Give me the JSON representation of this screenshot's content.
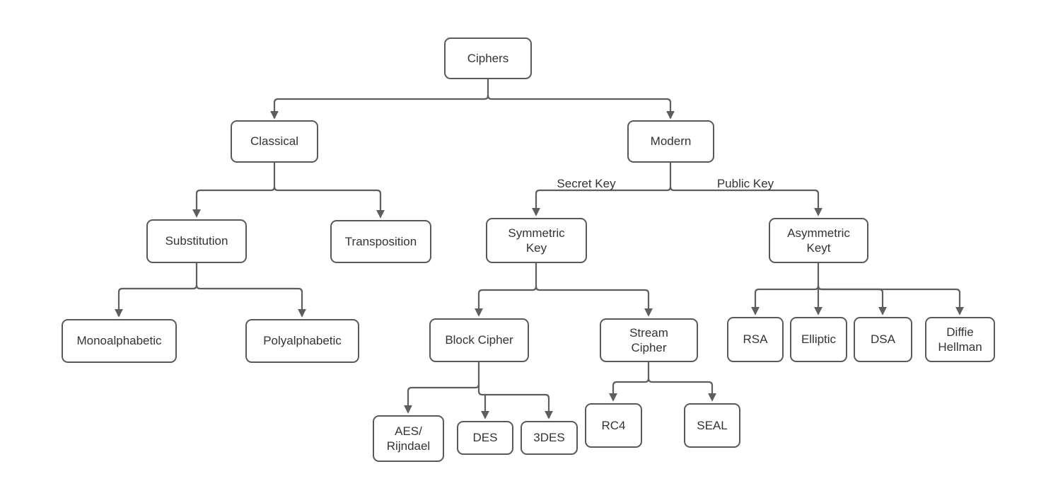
{
  "diagram": {
    "nodes": [
      {
        "id": "ciphers",
        "label": "Ciphers"
      },
      {
        "id": "classical",
        "label": "Classical"
      },
      {
        "id": "modern",
        "label": "Modern"
      },
      {
        "id": "substitution",
        "label": "Substitution"
      },
      {
        "id": "transposition",
        "label": "Transposition"
      },
      {
        "id": "symmetric-key",
        "label": "Symmetric\nKey"
      },
      {
        "id": "asymmetric-keyt",
        "label": "Asymmetric\nKeyt"
      },
      {
        "id": "monoalphabetic",
        "label": "Monoalphabetic"
      },
      {
        "id": "polyalphabetic",
        "label": "Polyalphabetic"
      },
      {
        "id": "block-cipher",
        "label": "Block Cipher"
      },
      {
        "id": "stream-cipher",
        "label": "Stream\nCipher"
      },
      {
        "id": "rsa",
        "label": "RSA"
      },
      {
        "id": "elliptic",
        "label": "Elliptic"
      },
      {
        "id": "dsa",
        "label": "DSA"
      },
      {
        "id": "diffie-hellman",
        "label": "Diffie\nHellman"
      },
      {
        "id": "aes-rijndael",
        "label": "AES/\nRijndael"
      },
      {
        "id": "des",
        "label": "DES"
      },
      {
        "id": "3des",
        "label": "3DES"
      },
      {
        "id": "rc4",
        "label": "RC4"
      },
      {
        "id": "seal",
        "label": "SEAL"
      }
    ],
    "edges": [
      {
        "from": "ciphers",
        "to": "classical"
      },
      {
        "from": "ciphers",
        "to": "modern"
      },
      {
        "from": "classical",
        "to": "substitution"
      },
      {
        "from": "classical",
        "to": "transposition"
      },
      {
        "from": "substitution",
        "to": "monoalphabetic"
      },
      {
        "from": "substitution",
        "to": "polyalphabetic"
      },
      {
        "from": "modern",
        "to": "symmetric-key",
        "label": "Secret Key"
      },
      {
        "from": "modern",
        "to": "asymmetric-keyt",
        "label": "Public Key"
      },
      {
        "from": "symmetric-key",
        "to": "block-cipher"
      },
      {
        "from": "symmetric-key",
        "to": "stream-cipher"
      },
      {
        "from": "asymmetric-keyt",
        "to": "rsa"
      },
      {
        "from": "asymmetric-keyt",
        "to": "elliptic"
      },
      {
        "from": "asymmetric-keyt",
        "to": "dsa"
      },
      {
        "from": "asymmetric-keyt",
        "to": "diffie-hellman"
      },
      {
        "from": "block-cipher",
        "to": "aes-rijndael"
      },
      {
        "from": "block-cipher",
        "to": "des"
      },
      {
        "from": "block-cipher",
        "to": "3des"
      },
      {
        "from": "stream-cipher",
        "to": "rc4"
      },
      {
        "from": "stream-cipher",
        "to": "seal"
      }
    ],
    "colors": {
      "box_border": "#595959",
      "connector": "#5e5e5e",
      "text": "#333333",
      "background": "#ffffff"
    }
  }
}
